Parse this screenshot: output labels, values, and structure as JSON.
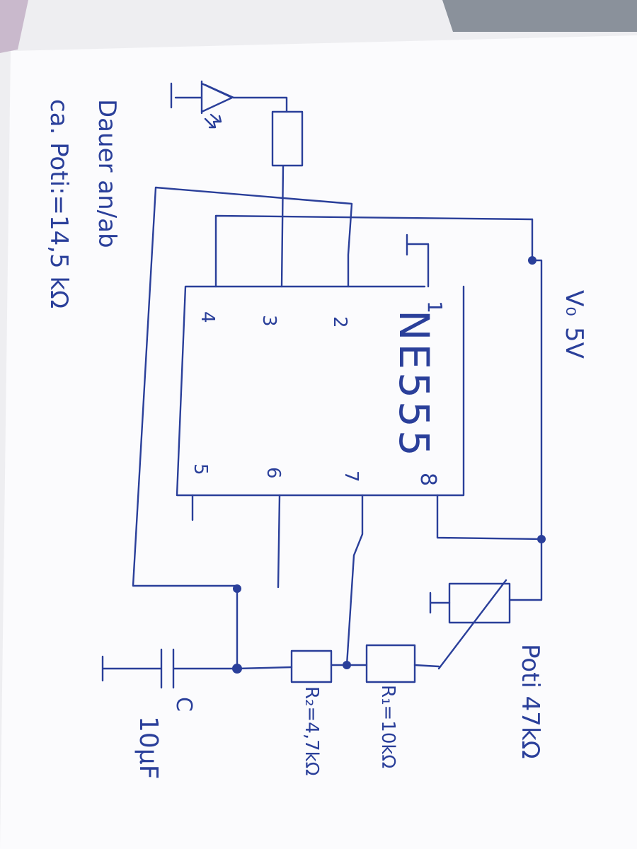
{
  "supply": {
    "label": "V₀",
    "voltage": "5V"
  },
  "chip": {
    "name": "NE555",
    "pins": {
      "p1": "1",
      "p2": "2",
      "p3": "3",
      "p4": "4",
      "p5": "5",
      "p6": "6",
      "p7": "7",
      "p8": "8"
    }
  },
  "components": {
    "poti": "Poti 47kΩ",
    "r1": "R₁=10kΩ",
    "r2": "R₂=4,7kΩ",
    "c_letter": "C",
    "c_value": "10µF"
  },
  "notes": {
    "line1": "Dauer an/ab",
    "line2": "ca. Poti:=14,5 kΩ"
  },
  "colors": {
    "ink": "#2a3f9a",
    "paper": "#fbfbfd",
    "background": "#f2f2f4"
  }
}
